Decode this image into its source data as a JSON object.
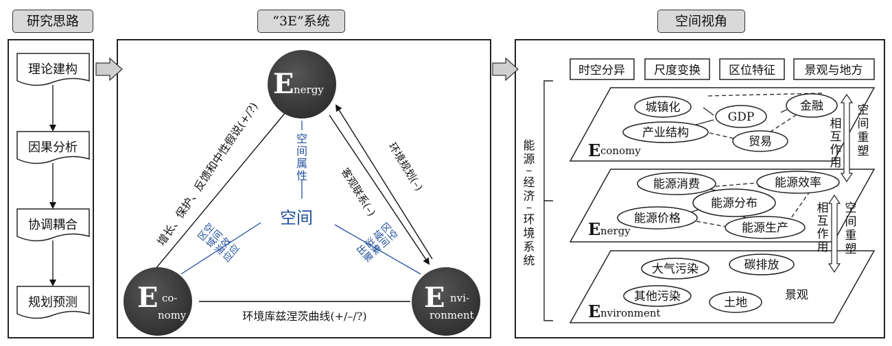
{
  "headers": {
    "left": "研究思路",
    "middle": "“3E”系统",
    "right": "空间视角"
  },
  "research_steps": [
    "理论建构",
    "因果分析",
    "协调耦合",
    "规划预测"
  ],
  "triangle": {
    "energy": {
      "cap": "E",
      "rest": "nergy"
    },
    "economy": {
      "cap": "E",
      "rest1": "co-",
      "rest2": "nomy"
    },
    "environment": {
      "cap": "E",
      "rest1": "nvi-",
      "rest2": "ronment"
    },
    "center": "空间",
    "space_attr": [
      "空",
      "间",
      "属",
      "性"
    ],
    "left_edge": "增长、保护、反馈和中性假说(+/?)",
    "right_outer": "环境规划(–)",
    "right_inner": "客观联系(–)",
    "bottom_edge": "环境库兹涅茨曲线(+/–/?)",
    "econ_effect": [
      "区空",
      "域间",
      "溢效",
      "应应"
    ],
    "env_effect": [
      "区空",
      "域间",
      "溢集",
      "出聚"
    ]
  },
  "spatial": {
    "tags": [
      "时空分异",
      "尺度变换",
      "区位特征",
      "景观与地方"
    ],
    "system_label": [
      "能",
      "源",
      "–",
      "经",
      "济",
      "–",
      "环",
      "境",
      "系",
      "统"
    ],
    "interact": {
      "left": [
        "相",
        "互",
        "作",
        "用"
      ],
      "right": [
        "空",
        "间",
        "重",
        "塑"
      ]
    },
    "economy_layer": {
      "label_cap": "E",
      "label_rest": "conomy",
      "nodes": [
        "城镇化",
        "GDP",
        "金融",
        "产业结构",
        "贸易"
      ]
    },
    "energy_layer": {
      "label_cap": "E",
      "label_rest": "nergy",
      "nodes": [
        "能源消费",
        "能源效率",
        "能源分布",
        "能源价格",
        "能源生产"
      ]
    },
    "environment_layer": {
      "label_cap": "E",
      "label_rest": "nvironment",
      "nodes": [
        "大气污染",
        "碳排放",
        "其他污染",
        "土地",
        "景观"
      ]
    }
  },
  "colors": {
    "accent_blue": "#1f4e9c",
    "circle_dark": "#3a3a3a",
    "header_gray": "#d9d9d9"
  }
}
